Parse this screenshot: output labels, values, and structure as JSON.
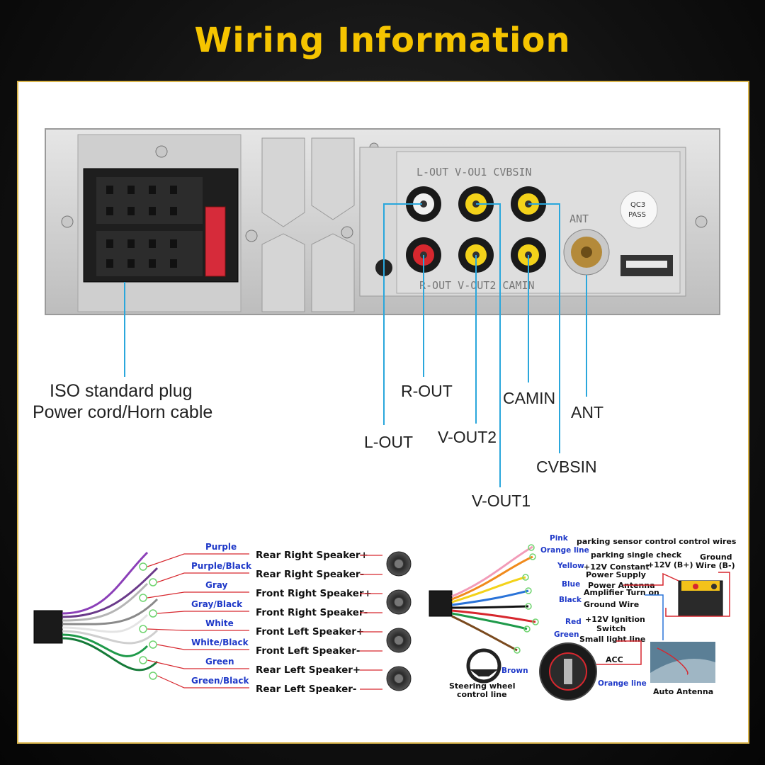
{
  "title": "Wiring Information",
  "colors": {
    "title": "#f5c400",
    "leader": "#2aa7dc",
    "wire_label": "#1f39c8"
  },
  "panel": {
    "iso_label": [
      "ISO standard plug",
      "Power cord/Horn cable"
    ],
    "jack_top_labels": "L-OUT V-OU1 CVBSIN",
    "jack_bottom_labels": "R-OUT V-OUT2 CAMIN",
    "ant_mark": "ANT",
    "badge": [
      "QC3",
      "PASS"
    ]
  },
  "connectors": [
    {
      "label": "L-OUT"
    },
    {
      "label": "R-OUT"
    },
    {
      "label": "V-OUT2"
    },
    {
      "label": "V-OUT1"
    },
    {
      "label": "CAMIN"
    },
    {
      "label": "CVBSIN"
    },
    {
      "label": "ANT"
    }
  ],
  "speaker_wires": [
    {
      "color_name": "Purple",
      "function": "Rear Right Speaker+",
      "hex": "#8b3fb8"
    },
    {
      "color_name": "Purple/Black",
      "function": "Rear Right Speaker-",
      "hex": "#6a3a8a"
    },
    {
      "color_name": "Gray",
      "function": "Front Right Speaker+",
      "hex": "#b5b5b5"
    },
    {
      "color_name": "Gray/Black",
      "function": "Front Right Speaker-",
      "hex": "#8a8a8a"
    },
    {
      "color_name": "White",
      "function": "Front Left Speaker+",
      "hex": "#e4e4e4"
    },
    {
      "color_name": "White/Black",
      "function": "Front Left Speaker-",
      "hex": "#cfcfcf"
    },
    {
      "color_name": "Green",
      "function": "Rear Left Speaker+",
      "hex": "#1f9a4a"
    },
    {
      "color_name": "Green/Black",
      "function": "Rear Left Speaker-",
      "hex": "#157a38"
    }
  ],
  "power_wires": {
    "pink": "Pink",
    "pink_fn": "parking sensor control control wires",
    "orange": "Orange line",
    "orange_fn": "parking single check",
    "yellow": "Yellow",
    "yellow_fn": [
      "+12V Constant",
      "Power Supply"
    ],
    "battery_pos": "+12V (B+)",
    "ground_label": [
      "Ground",
      "Wire (B-)"
    ],
    "blue": "Blue",
    "blue_fn": [
      "Power Antenna",
      "Amplifier Turn on"
    ],
    "black": "Black",
    "black_fn": "Ground Wire",
    "red": "Red",
    "red_fn": [
      "+12V Ignition",
      "Switch"
    ],
    "green": "Green",
    "green_fn": "Small light line",
    "acc": "ACC",
    "brown": "Brown",
    "steering": [
      "Steering wheel",
      "control line"
    ],
    "orange2": "Orange line",
    "antenna": "Auto Antenna"
  }
}
